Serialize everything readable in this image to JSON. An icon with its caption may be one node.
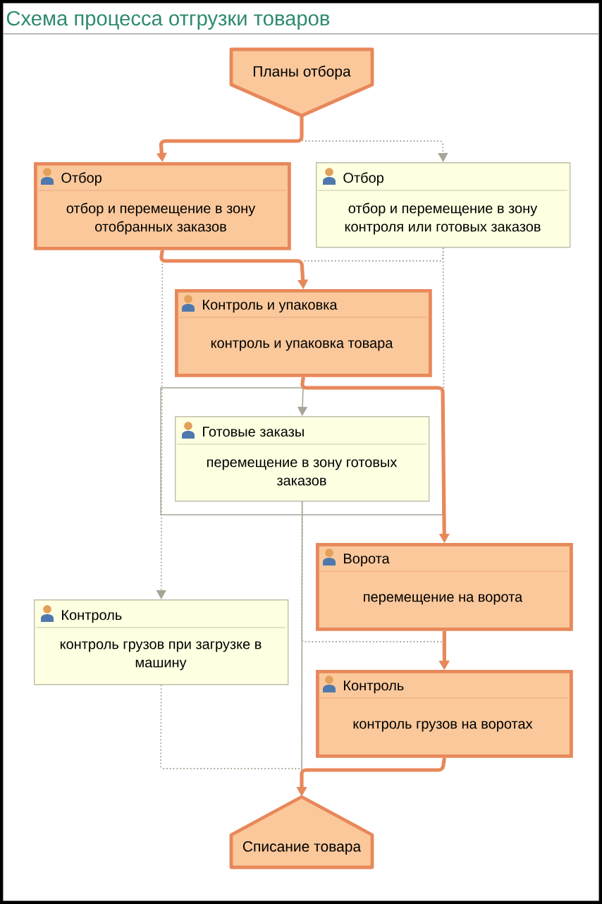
{
  "diagram": {
    "title": "Схема процесса отгрузки товаров",
    "nodes": [
      {
        "text": [
          "Планы отбора"
        ]
      },
      {
        "text": [
          "Отбор",
          "отбор и перемещение в зону отобранных заказов"
        ]
      },
      {
        "text": [
          "Отбор",
          "отбор и перемещение в зону контроля или готовых заказов"
        ]
      },
      {
        "text": [
          "Контроль и упаковка",
          "контроль и упаковка товара"
        ]
      },
      {
        "text": [
          "Готовые заказы",
          "перемещение в зону готовых заказов"
        ]
      },
      {
        "text": [
          "Ворота",
          "перемещение на ворота"
        ]
      },
      {
        "text": [
          "Контроль",
          "контроль грузов при загрузке в машину"
        ]
      },
      {
        "text": [
          "Контроль",
          "контроль грузов на воротах"
        ]
      },
      {
        "text": [
          "Списание товара"
        ]
      }
    ],
    "edges": [
      {
        "from": 0,
        "to": 1,
        "arrow": "to",
        "style": "thick",
        "color": "#e8885a"
      },
      {
        "from": 0,
        "to": 2,
        "arrow": "to",
        "style": "dashed"
      },
      {
        "from": 1,
        "to": 3,
        "arrow": "to",
        "style": "thick",
        "color": "#e8885a"
      },
      {
        "from": 2,
        "to": 3,
        "arrow": "to",
        "style": "dashed"
      },
      {
        "from": 1,
        "to": 6,
        "arrow": "to",
        "style": "dashed"
      },
      {
        "from": 2,
        "to": 5,
        "arrow": "to",
        "style": "dashed"
      },
      {
        "from": 3,
        "to": 4,
        "arrow": "to"
      },
      {
        "from": 3,
        "to": 5,
        "arrow": "to",
        "style": "thick",
        "color": "#e8885a"
      },
      {
        "from": 4,
        "to": 8,
        "arrow": "to"
      },
      {
        "from": 4,
        "to": 7,
        "arrow": "to",
        "style": "dashed"
      },
      {
        "from": 5,
        "to": 7,
        "arrow": "to",
        "style": "thick",
        "color": "#e8885a"
      },
      {
        "from": 6,
        "to": 8,
        "arrow": "to",
        "style": "dashed"
      },
      {
        "from": 7,
        "to": 8,
        "arrow": "to",
        "style": "thick",
        "color": "#e8885a"
      }
    ]
  }
}
